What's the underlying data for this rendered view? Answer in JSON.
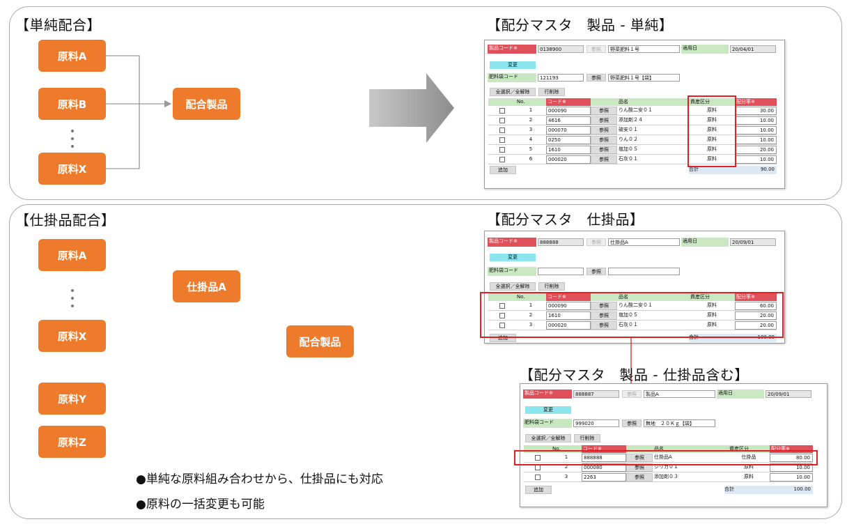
{
  "top": {
    "title": "【単純配合】",
    "materials": [
      "原料A",
      "原料B",
      "原料X"
    ],
    "product": "配合製品",
    "screen_title": "【配分マスタ　製品 - 単純】",
    "screen": {
      "code_label": "製品コード※",
      "code": "0138900",
      "ref": "参照",
      "name": "野菜肥料１号",
      "date_label": "適用日",
      "date": "20/04/01",
      "change": "変更",
      "bag_label": "肥料袋コード",
      "bag_code": "121193",
      "bag_ref": "参照",
      "bag_name": "野菜肥料１号【袋】",
      "select_all": "全選択／全解除",
      "del_row": "行削除",
      "headers": [
        "No.",
        "コード※",
        "",
        "品名",
        "資産区分",
        "配分率※"
      ],
      "rows": [
        {
          "no": "1",
          "code": "000090",
          "ref": "参照",
          "name": "りん酸二安０１",
          "type": "原料",
          "rate": "30.00"
        },
        {
          "no": "2",
          "code": "4616",
          "ref": "参照",
          "name": "添加剤２４",
          "type": "原料",
          "rate": "10.00"
        },
        {
          "no": "3",
          "code": "000070",
          "ref": "参照",
          "name": "硫安０１",
          "type": "原料",
          "rate": "10.00"
        },
        {
          "no": "4",
          "code": "0250",
          "ref": "参照",
          "name": "りん０２",
          "type": "原料",
          "rate": "10.00"
        },
        {
          "no": "5",
          "code": "1610",
          "ref": "参照",
          "name": "塩加０５",
          "type": "原料",
          "rate": "20.00"
        },
        {
          "no": "6",
          "code": "000020",
          "ref": "参照",
          "name": "石灰０１",
          "type": "原料",
          "rate": "10.00"
        }
      ],
      "add": "追加",
      "total_label": "合計",
      "total": "90.00"
    }
  },
  "bottom": {
    "title": "【仕掛品配合】",
    "materials": [
      "原料A",
      "原料X",
      "原料Y",
      "原料Z"
    ],
    "wip": "仕掛品A",
    "product": "配合製品",
    "bullets": [
      "●単純な原料組み合わせから、仕掛品にも対応",
      "●原料の一括変更も可能"
    ],
    "screen1_title": "【配分マスタ　仕掛品】",
    "screen1": {
      "code_label": "製品コード※",
      "code": "888888",
      "ref": "参照",
      "name": "仕掛品A",
      "date_label": "適用日",
      "date": "20/09/01",
      "change": "変更",
      "bag_label": "肥料袋コード",
      "bag_code": "",
      "bag_ref": "参照",
      "bag_name": "",
      "select_all": "全選択／全解除",
      "del_row": "行削除",
      "headers": [
        "No.",
        "コード※",
        "",
        "品名",
        "資産区分",
        "配分率※"
      ],
      "rows": [
        {
          "no": "1",
          "code": "000090",
          "ref": "参照",
          "name": "りん酸二安０１",
          "type": "原料",
          "rate": "60.00"
        },
        {
          "no": "2",
          "code": "1610",
          "ref": "参照",
          "name": "塩加０５",
          "type": "原料",
          "rate": "20.00"
        },
        {
          "no": "3",
          "code": "000020",
          "ref": "参照",
          "name": "石灰０１",
          "type": "原料",
          "rate": "20.00"
        }
      ],
      "add": "追加",
      "total_label": "合計",
      "total": "100.00"
    },
    "screen2_title": "【配分マスタ　製品 - 仕掛品含む】",
    "screen2": {
      "code_label": "製品コード※",
      "code": "888887",
      "ref": "参照",
      "name": "製品A",
      "date_label": "適用日",
      "date": "20/09/01",
      "change": "変更",
      "bag_label": "肥料袋コード",
      "bag_code": "999020",
      "bag_ref": "参照",
      "bag_name": "無地　２０Ｋｇ【袋】",
      "select_all": "全選択／全解除",
      "del_row": "行削除",
      "headers": [
        "No.",
        "コード※",
        "",
        "品名",
        "資産区分",
        "配分率※"
      ],
      "rows": [
        {
          "no": "1",
          "code": "888888",
          "ref": "参照",
          "name": "仕掛品A",
          "type": "仕掛品",
          "rate": "80.00"
        },
        {
          "no": "2",
          "code": "000080",
          "ref": "参照",
          "name": "シリカ０１",
          "type": "原料",
          "rate": "10.00"
        },
        {
          "no": "3",
          "code": "2263",
          "ref": "参照",
          "name": "添加剤０３",
          "type": "原料",
          "rate": "10.00"
        }
      ],
      "add": "追加",
      "total_label": "合計",
      "total": "100.00"
    }
  },
  "colors": {
    "box": "#ee7a2b",
    "highlight": "#e02020",
    "label_red": "#e0505a",
    "label_green": "#c9e8c1",
    "label_cyan": "#8de6ef"
  }
}
